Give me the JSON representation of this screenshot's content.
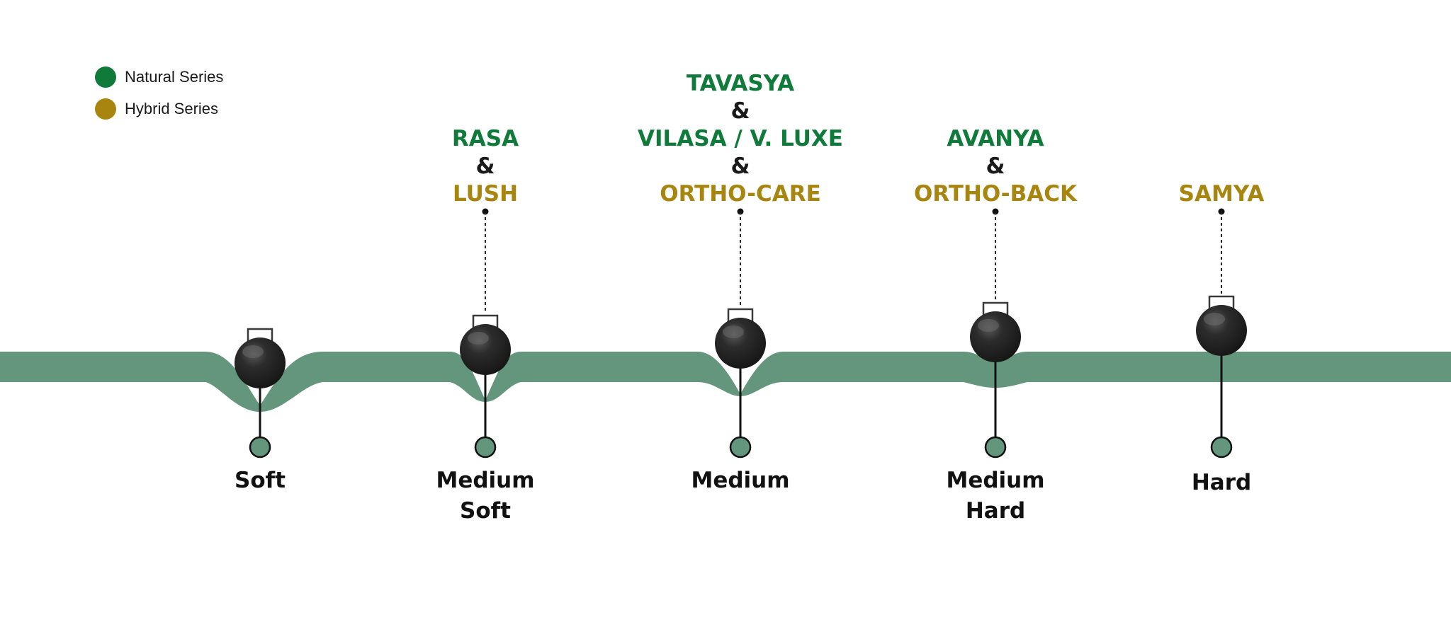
{
  "colors": {
    "natural": "#0f7a3a",
    "hybrid": "#a8850f",
    "band": "#64967e",
    "ball": "#1f1f1f",
    "amp": "#1a1a1a"
  },
  "legend": [
    {
      "label": "Natural Series",
      "series": "natural"
    },
    {
      "label": "Hybrid Series",
      "series": "hybrid"
    }
  ],
  "scale": [
    {
      "firmness": [
        "Soft"
      ],
      "products": []
    },
    {
      "firmness": [
        "Medium",
        "Soft"
      ],
      "products": [
        {
          "text": "RASA",
          "series": "natural"
        },
        {
          "text": "&",
          "series": "amp"
        },
        {
          "text": "LUSH",
          "series": "hybrid"
        }
      ]
    },
    {
      "firmness": [
        "Medium"
      ],
      "products": [
        {
          "text": "TAVASYA",
          "series": "natural"
        },
        {
          "text": "&",
          "series": "amp"
        },
        {
          "text": "VILASA / V. LUXE",
          "series": "natural"
        },
        {
          "text": "&",
          "series": "amp"
        },
        {
          "text": "ORTHO-CARE",
          "series": "hybrid"
        }
      ]
    },
    {
      "firmness": [
        "Medium",
        "Hard"
      ],
      "products": [
        {
          "text": "AVANYA",
          "series": "natural"
        },
        {
          "text": "&",
          "series": "amp"
        },
        {
          "text": "ORTHO-BACK",
          "series": "hybrid"
        }
      ]
    },
    {
      "firmness": [
        "Hard"
      ],
      "products": [
        {
          "text": "SAMYA",
          "series": "hybrid"
        }
      ]
    }
  ]
}
